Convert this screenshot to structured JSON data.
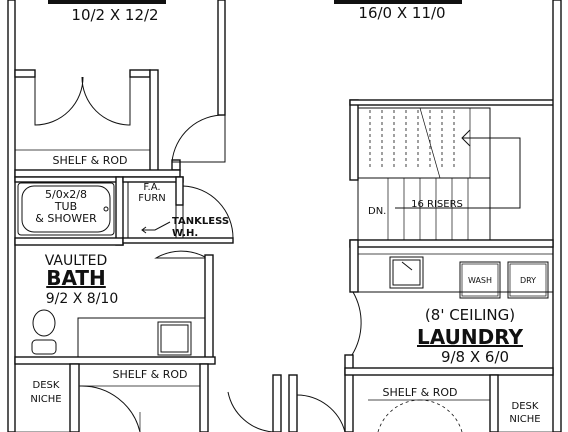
{
  "rooms": {
    "top_left_dims": "10/2 X 12/2",
    "top_right_dims": "16/0 X 11/0",
    "bath_prefix": "VAULTED",
    "bath_name": "BATH",
    "bath_dims": "9/2 X 8/10",
    "laundry_ceiling": "(8' CEILING)",
    "laundry_name": "LAUNDRY",
    "laundry_dims": "9/8 X 6/0"
  },
  "labels": {
    "shelf_rod_closet": "SHELF & ROD",
    "tub_size": "5/0x2/8",
    "tub_line1": "TUB",
    "tub_line2": "& SHOWER",
    "fa_line1": "F.A.",
    "fa_line2": "FURN",
    "tankless_line1": "TANKLESS",
    "tankless_line2": "W.H.",
    "stair_dn": "DN.",
    "stair_risers": "16 RISERS",
    "washer": "WASH",
    "dryer": "DRY",
    "desk_left_1": "DESK",
    "desk_left_2": "NICHE",
    "shelf_rod_left": "SHELF & ROD",
    "shelf_rod_right": "SHELF & ROD",
    "desk_right_1": "DESK",
    "desk_right_2": "NICHE"
  }
}
